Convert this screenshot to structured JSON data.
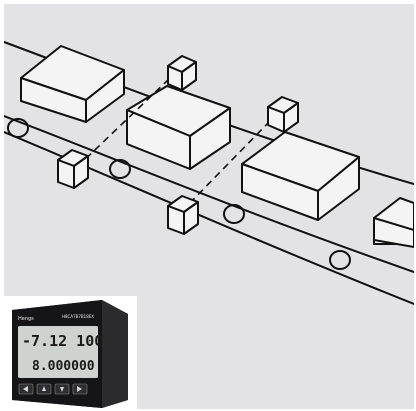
{
  "scene": {
    "background": "#e3e3e5",
    "line_color": "#111111",
    "box_fill": "#f4f4f5"
  },
  "device": {
    "brand_label": "Hengs",
    "model_label": "H8CA7B7B18EX",
    "display_top": "-7.12 100",
    "display_bottom": "8.000000",
    "body_color": "#1d1d1f",
    "lcd_color": "#cfd3cf"
  }
}
